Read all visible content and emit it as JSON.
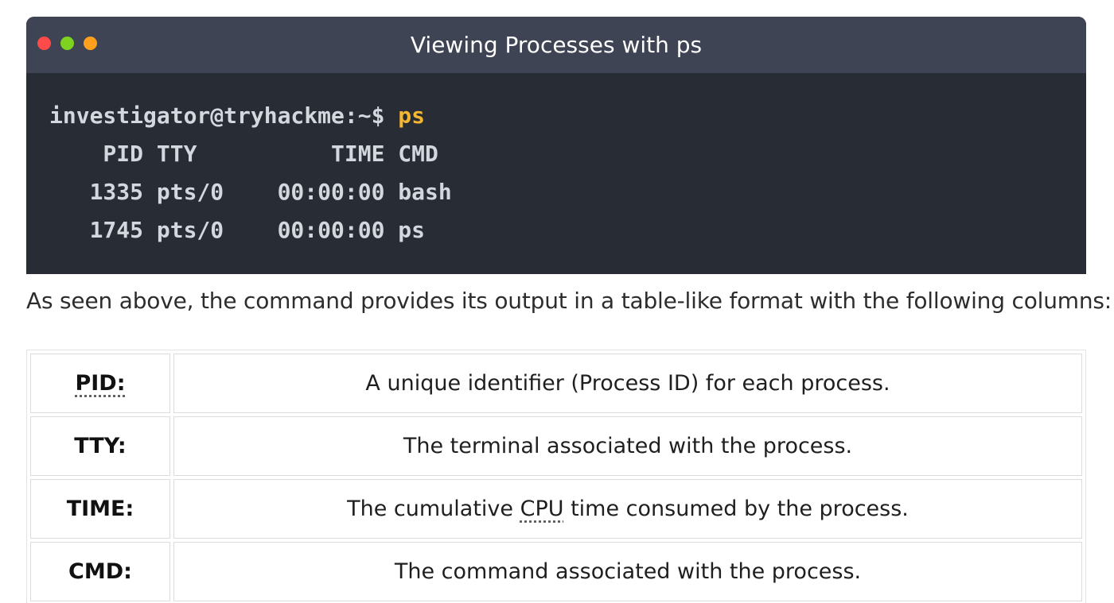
{
  "terminal": {
    "title": "Viewing Processes with ps",
    "prompt": "investigator@tryhackme:~$",
    "command": "ps",
    "output_lines": [
      "    PID TTY          TIME CMD",
      "   1335 pts/0    00:00:00 bash",
      "   1745 pts/0    00:00:00 ps"
    ]
  },
  "description": "As seen above, the command provides its output in a table-like format with the following columns:",
  "columns_table": {
    "rows": [
      {
        "key": "PID:",
        "value": "A unique identifier (Process ID) for each process."
      },
      {
        "key": "TTY:",
        "value": "The terminal associated with the process."
      },
      {
        "key": "TIME:",
        "value_before": "The cumulative ",
        "value_abbr": "CPU",
        "value_after": " time consumed by the process."
      },
      {
        "key": "CMD:",
        "value": "The command associated with the process."
      }
    ]
  },
  "colors": {
    "terminal_bg": "#282c34",
    "titlebar_bg": "#3e4453",
    "command_color": "#f5b731",
    "dot_red": "#ff4a4a",
    "dot_green": "#7ed321",
    "dot_orange": "#ff9f1c"
  }
}
